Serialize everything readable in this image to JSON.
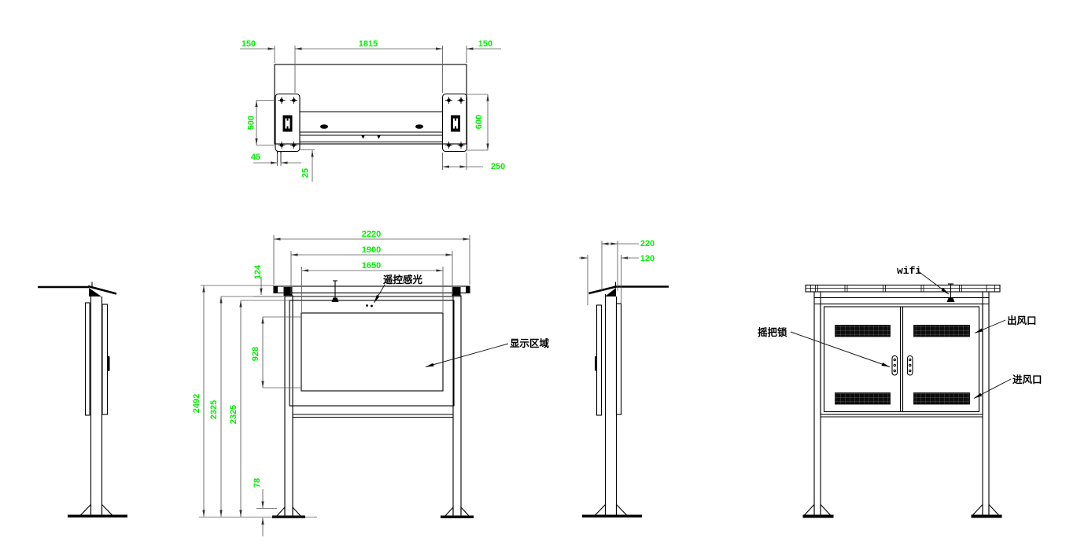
{
  "colors": {
    "dimension_text": "#00ef00",
    "geometry_line": "#000000",
    "dimension_line": "#5a5a5a"
  },
  "top_view": {
    "dims": {
      "left_150": "150",
      "span_1815": "1815",
      "right_150": "150",
      "plate_500": "500",
      "plate_600": "600",
      "offset_45": "45",
      "offset_25": "25",
      "plate_250": "250"
    }
  },
  "front_view": {
    "dims": {
      "width_2220": "2220",
      "width_1900": "1900",
      "width_1650": "1650",
      "height_124": "124",
      "height_928": "928",
      "height_2492": "2492",
      "height_2325_a": "2325",
      "height_2325_b": "2325",
      "base_78": "78"
    },
    "labels": {
      "sensor": "遥控感光",
      "display_area": "显示区域"
    }
  },
  "side_view": {
    "dims": {
      "depth_220": "220",
      "depth_120": "120"
    }
  },
  "rear_view": {
    "labels": {
      "wifi": "wifi",
      "air_outlet": "出风口",
      "handle_lock": "摇把锁",
      "air_inlet": "进风口"
    }
  }
}
